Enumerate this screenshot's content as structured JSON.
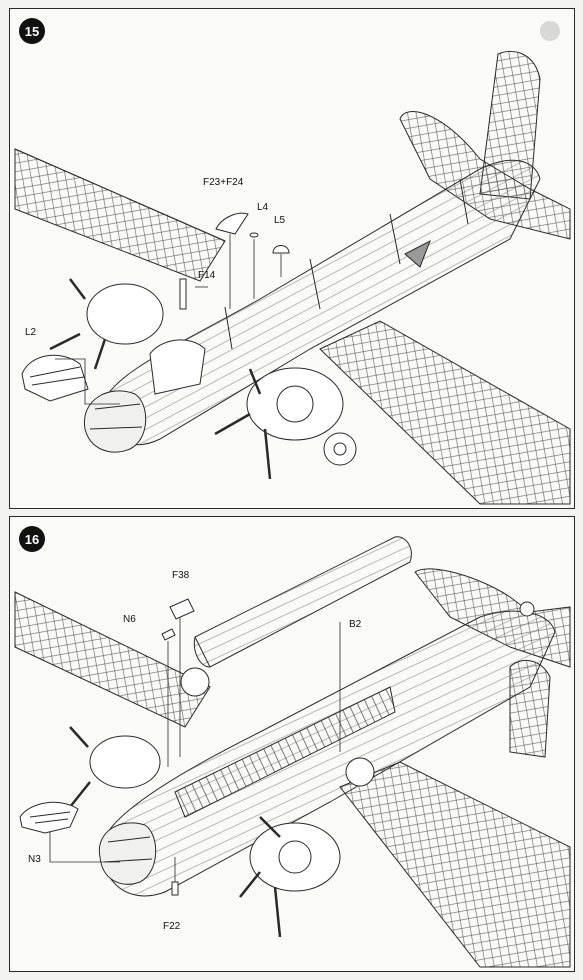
{
  "steps": [
    {
      "number": "15",
      "parts": {
        "f23_f24": "F23+F24",
        "l4": "L4",
        "l5": "L5",
        "f14": "F14",
        "l2": "L2"
      }
    },
    {
      "number": "16",
      "parts": {
        "f38": "F38",
        "n6": "N6",
        "b2": "B2",
        "n3": "N3",
        "f22": "F22"
      }
    }
  ],
  "colors": {
    "line": "#2a2a2a",
    "paper": "#fafaf8",
    "badge": "#111111"
  }
}
